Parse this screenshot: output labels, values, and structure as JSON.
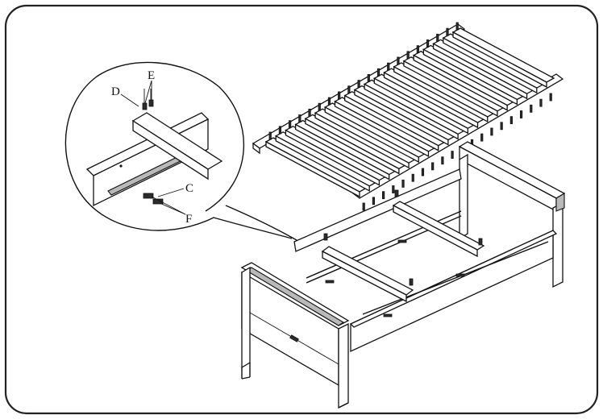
{
  "diagram": {
    "callouts": [
      {
        "id": "callout-d",
        "text": "D"
      },
      {
        "id": "callout-e",
        "text": "E"
      },
      {
        "id": "callout-c",
        "text": "C"
      },
      {
        "id": "callout-f",
        "text": "F"
      }
    ],
    "colors": {
      "line": "#111111",
      "fill": "#ffffff",
      "shade": "#b9b9b9",
      "frame": "#222222"
    }
  }
}
